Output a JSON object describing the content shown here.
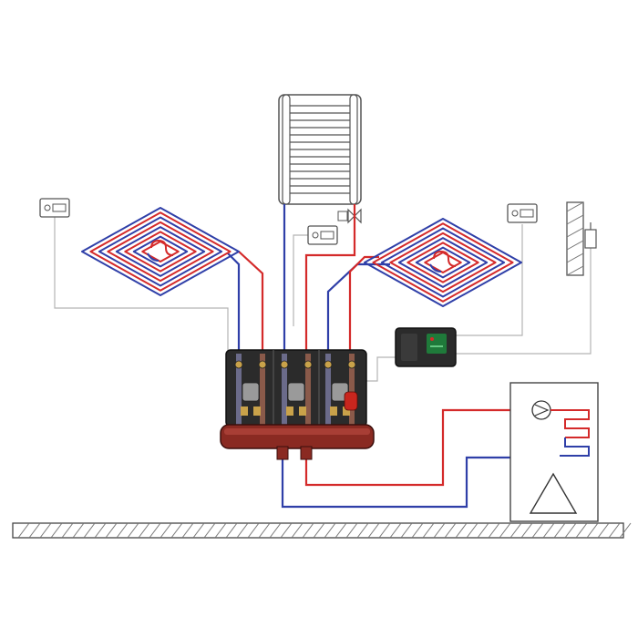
{
  "diagram": {
    "title": "",
    "colors": {
      "flow": "#d42a2a",
      "return": "#2f3fa8",
      "wire": "#b4b4b4",
      "manifold": "#8a2a22",
      "station": "#2b2b2b",
      "controller_display": "#1f7a3a"
    },
    "components": [
      {
        "name": "underfloor-heating-loop-left",
        "icon": "floor-heating-coil"
      },
      {
        "name": "underfloor-heating-loop-right",
        "icon": "floor-heating-coil"
      },
      {
        "name": "radiator",
        "icon": "panel-radiator"
      },
      {
        "name": "radiator-valve",
        "icon": "two-way-valve"
      },
      {
        "name": "room-thermostat-left",
        "icon": "room-thermostat"
      },
      {
        "name": "room-thermostat-center",
        "icon": "room-thermostat"
      },
      {
        "name": "room-thermostat-right",
        "icon": "room-thermostat"
      },
      {
        "name": "outdoor-temperature-sensor",
        "icon": "wall-sensor"
      },
      {
        "name": "pump-stations",
        "icon": "pump-group-module",
        "count": 3
      },
      {
        "name": "distribution-manifold",
        "icon": "hydraulic-manifold"
      },
      {
        "name": "system-controller",
        "icon": "controller"
      },
      {
        "name": "boiler",
        "icon": "heat-generator",
        "contains": [
          "circulation-pump",
          "heat-exchanger-coil",
          "burner"
        ]
      },
      {
        "name": "floor",
        "icon": "hatched-ground"
      }
    ]
  }
}
